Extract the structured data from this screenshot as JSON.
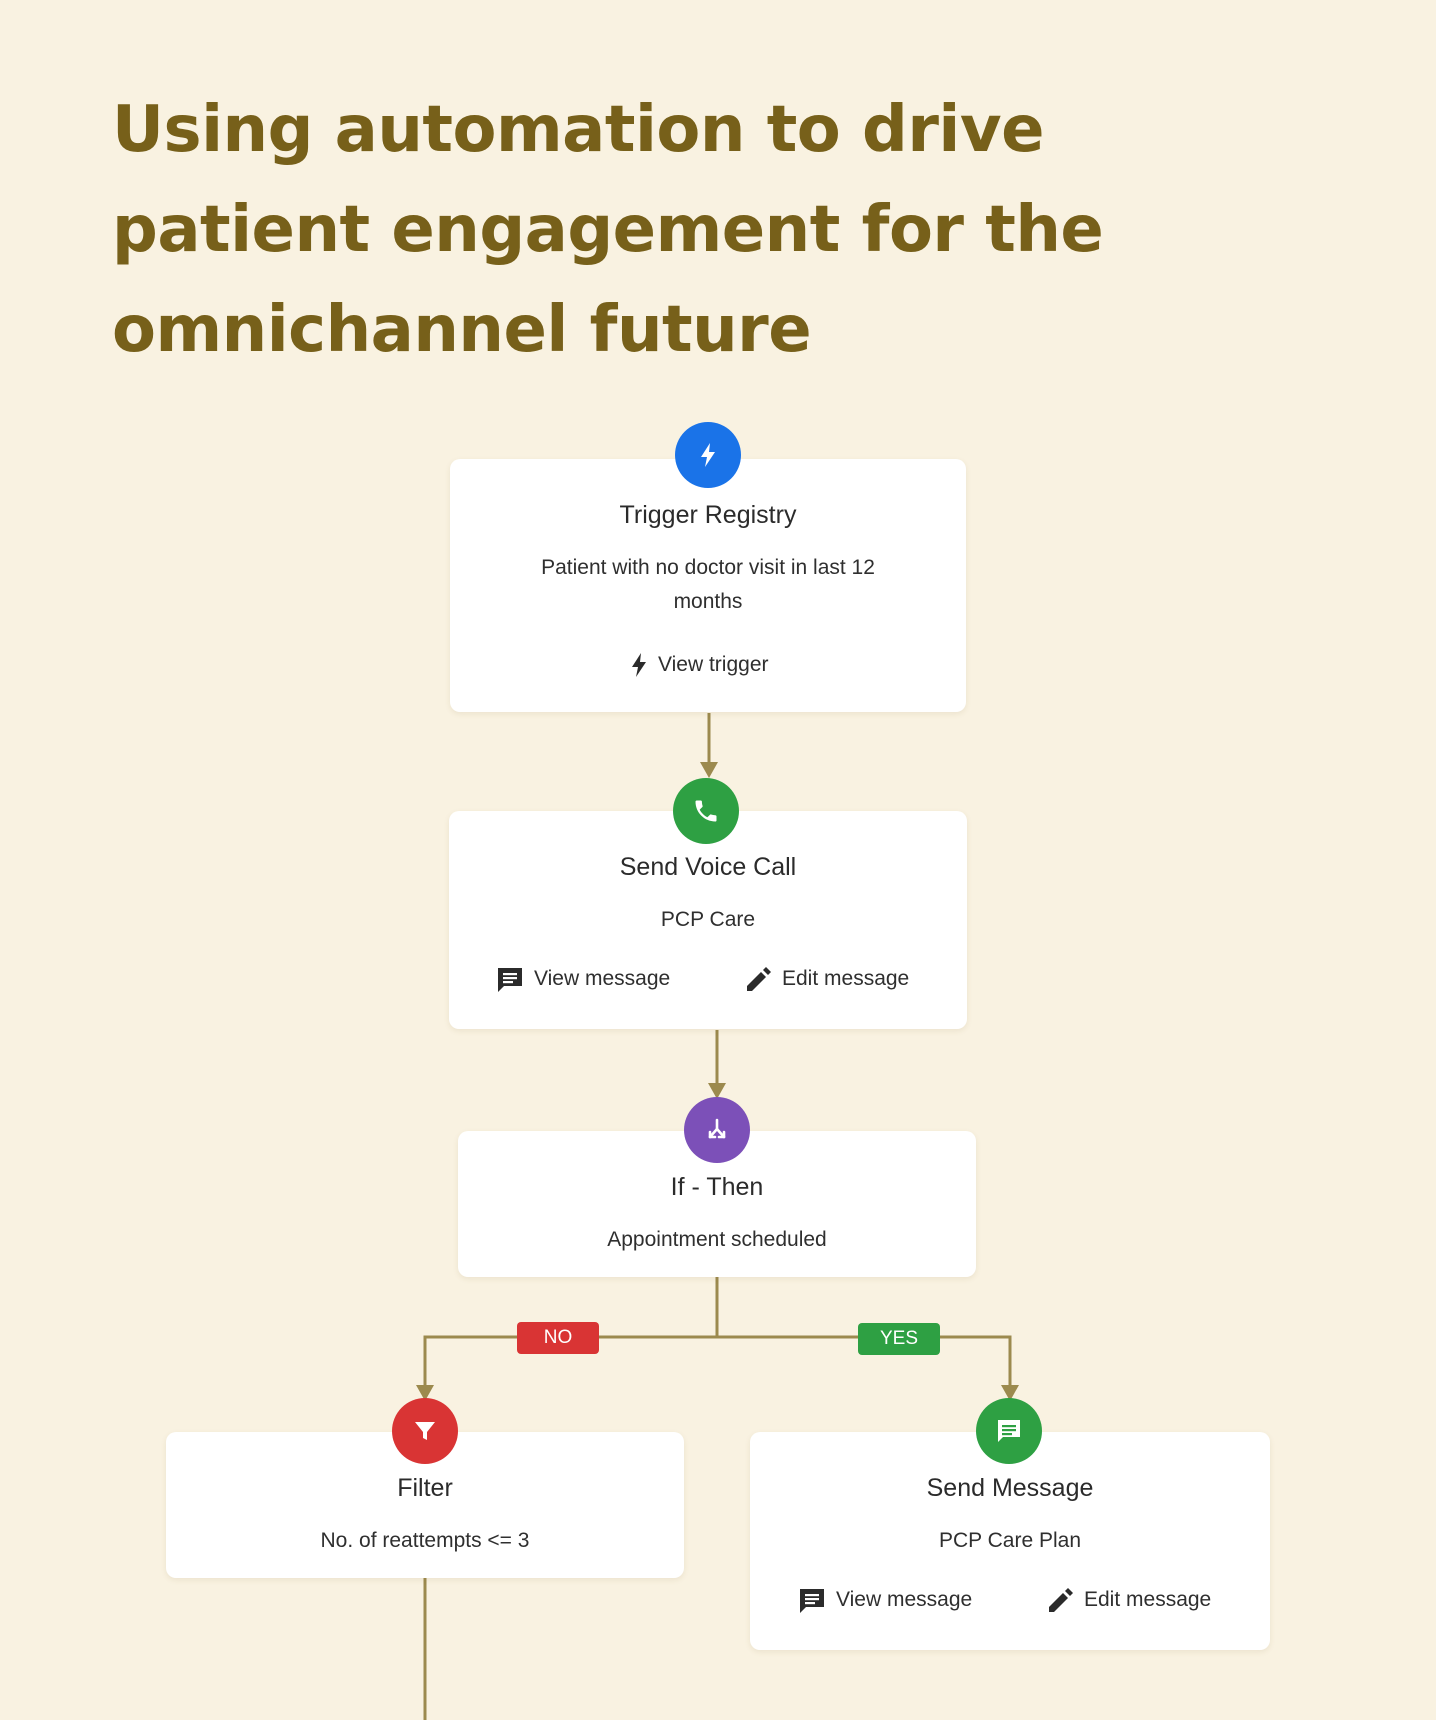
{
  "headline": {
    "line1": "Using automation to drive",
    "line2": "patient engagement for the",
    "line3": "omnichannel future"
  },
  "colors": {
    "background": "#f9f2e1",
    "headline": "#77601a",
    "connector": "#9c8a4e",
    "trigger": "#1a73e8",
    "voice": "#2ea043",
    "branch": "#7c50b8",
    "filter": "#d93434",
    "message": "#2ea043",
    "no_badge": "#d93434",
    "yes_badge": "#2ea043"
  },
  "nodes": {
    "trigger": {
      "icon": "lightning-icon",
      "title": "Trigger Registry",
      "subtitle": "Patient with no doctor visit in last 12 months",
      "action": "View trigger"
    },
    "voice_call": {
      "icon": "phone-icon",
      "title": "Send Voice Call",
      "subtitle": "PCP Care",
      "view_action": "View message",
      "edit_action": "Edit message"
    },
    "if_then": {
      "icon": "split-arrows-icon",
      "title": "If - Then",
      "subtitle": "Appointment scheduled"
    },
    "filter": {
      "icon": "funnel-icon",
      "title": "Filter",
      "subtitle": "No. of reattempts <= 3"
    },
    "send_message": {
      "icon": "chat-icon",
      "title": "Send Message",
      "subtitle": "PCP Care Plan",
      "view_action": "View message",
      "edit_action": "Edit message"
    }
  },
  "branches": {
    "no": "NO",
    "yes": "YES"
  }
}
